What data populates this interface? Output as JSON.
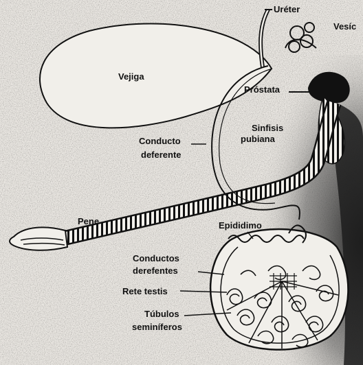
{
  "labels": {
    "ureter": "Uréter",
    "vesicula": "Vesíc",
    "vejiga": "Vejiga",
    "prostata": "Próstata",
    "sinfisis": "Sinfisis",
    "pubiana": "pubiana",
    "conducto": "Conducto",
    "deferente": "deferente",
    "pene": "Pene",
    "epididimo": "Epididimo",
    "conductos": "Conductos",
    "derefentes": "derefentes",
    "rete_testis": "Rete testis",
    "tubulos": "Túbulos",
    "seminiferos": "seminíferos"
  },
  "colors": {
    "background": "#e9e6e1",
    "ink": "#111111",
    "shadow": "#222222"
  }
}
